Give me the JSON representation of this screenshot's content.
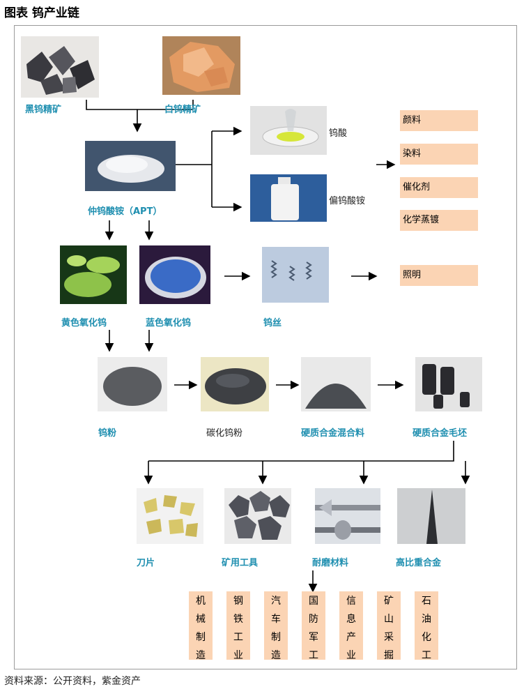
{
  "title": "图表 钨产业链",
  "source": "资料来源：公开资料，紫金资产",
  "nodes": {
    "black_ore": "黑钨精矿",
    "white_ore": "白钨精矿",
    "apt": "仲钨酸铵（APT）",
    "tungstic_acid": "钨酸",
    "amt": "偏钨酸铵",
    "yellow_oxide": "黄色氧化钨",
    "blue_oxide": "蓝色氧化钨",
    "wire": "钨丝",
    "powder": "钨粉",
    "carbide_powder": "碳化钨粉",
    "mix": "硬质合金混合料",
    "blank": "硬质合金毛坯",
    "blade": "刀片",
    "mining_tools": "矿用工具",
    "wear": "耐磨材料",
    "heavy_alloy": "高比重合金"
  },
  "uses": [
    "颜料",
    "染料",
    "催化剂",
    "化学蒸镀"
  ],
  "lighting": "照明",
  "industries": [
    [
      "机",
      "械",
      "制",
      "造"
    ],
    [
      "钢",
      "铁",
      "工",
      "业"
    ],
    [
      "汽",
      "车",
      "制",
      "造"
    ],
    [
      "国",
      "防",
      "军",
      "工"
    ],
    [
      "信",
      "息",
      "产",
      "业"
    ],
    [
      "矿",
      "山",
      "采",
      "掘"
    ],
    [
      "石",
      "油",
      "化",
      "工"
    ]
  ]
}
